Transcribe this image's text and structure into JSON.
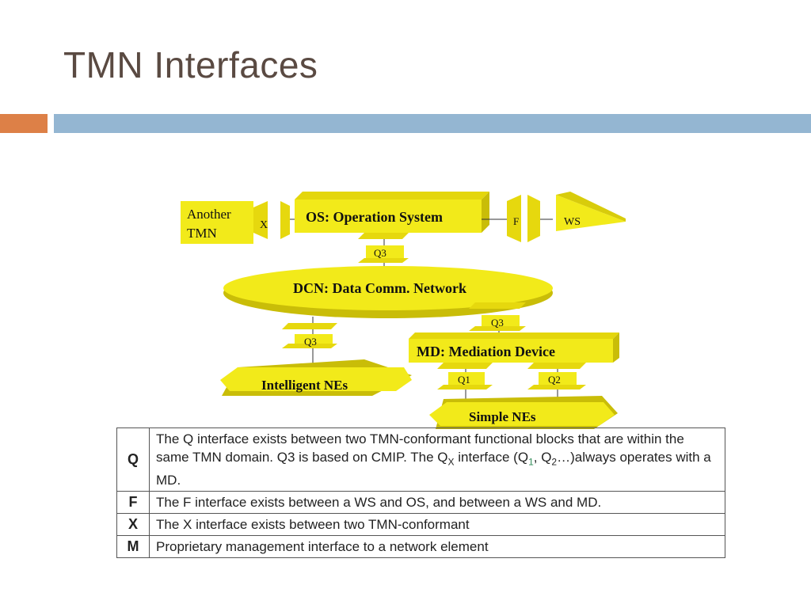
{
  "slide": {
    "title": "TMN Interfaces"
  },
  "colors": {
    "accent_bar": "#dd8047",
    "main_bar": "#94b6d2",
    "title": "#5a4a42",
    "diagram_fill": "#f2ea1a"
  },
  "diagram": {
    "another_tmn_line1": "Another",
    "another_tmn_line2": "TMN",
    "x_label": "X",
    "os_label": "OS:  Operation System",
    "f_label": "F",
    "ws_label": "WS",
    "q3_top": "Q3",
    "dcn_label": "DCN: Data Comm. Network",
    "q3_left": "Q3",
    "intelligent_label": "Intelligent  NEs",
    "q3_right": "Q3",
    "md_label": "MD:  Mediation  Device",
    "q1_label": "Q1",
    "q2_label": "Q2",
    "simple_label": "Simple  NEs"
  },
  "table": {
    "rows": [
      {
        "key": "Q",
        "text_a": "The Q interface exists between two TMN-conformant functional blocks that are within the same TMN domain. Q3 is based on CMIP. The Q",
        "sub_x": "X",
        "text_b": " interface (Q",
        "sub_1": "1",
        "text_c": ", Q",
        "sub_2": "2",
        "text_d": "…)always operates with a MD."
      },
      {
        "key": "F",
        "text": "The F interface exists between a WS and OS, and between a WS and MD."
      },
      {
        "key": "X",
        "text": "The X interface exists between two TMN-conformant"
      },
      {
        "key": "M",
        "text": "Proprietary management interface to a network element"
      }
    ]
  }
}
